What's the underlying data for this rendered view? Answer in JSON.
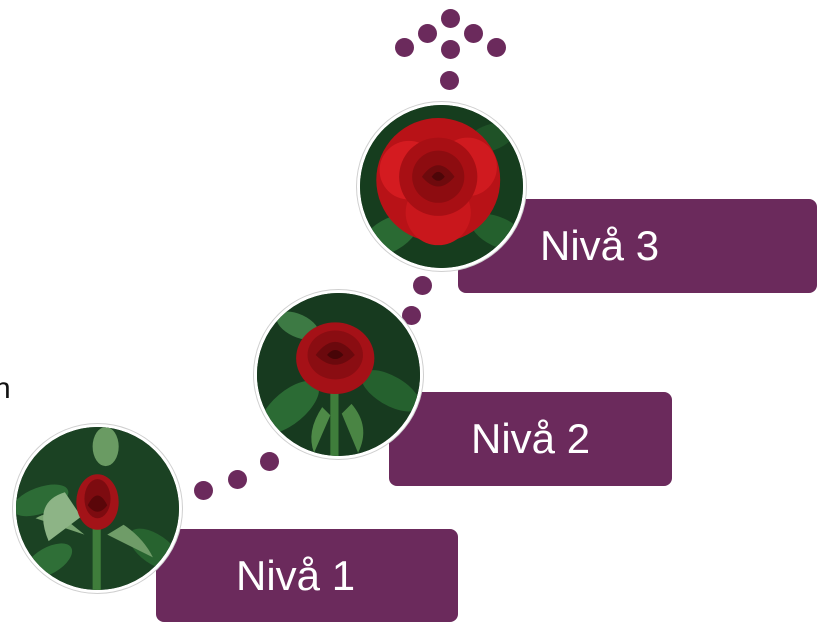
{
  "edge_fragment": "n",
  "levels": [
    {
      "label": "Nivå 1"
    },
    {
      "label": "Nivå 2"
    },
    {
      "label": "Nivå 3"
    }
  ],
  "colors": {
    "accent": "#6b2a5c",
    "rose": "#c8161b",
    "leaf": "#1f5a2a"
  }
}
